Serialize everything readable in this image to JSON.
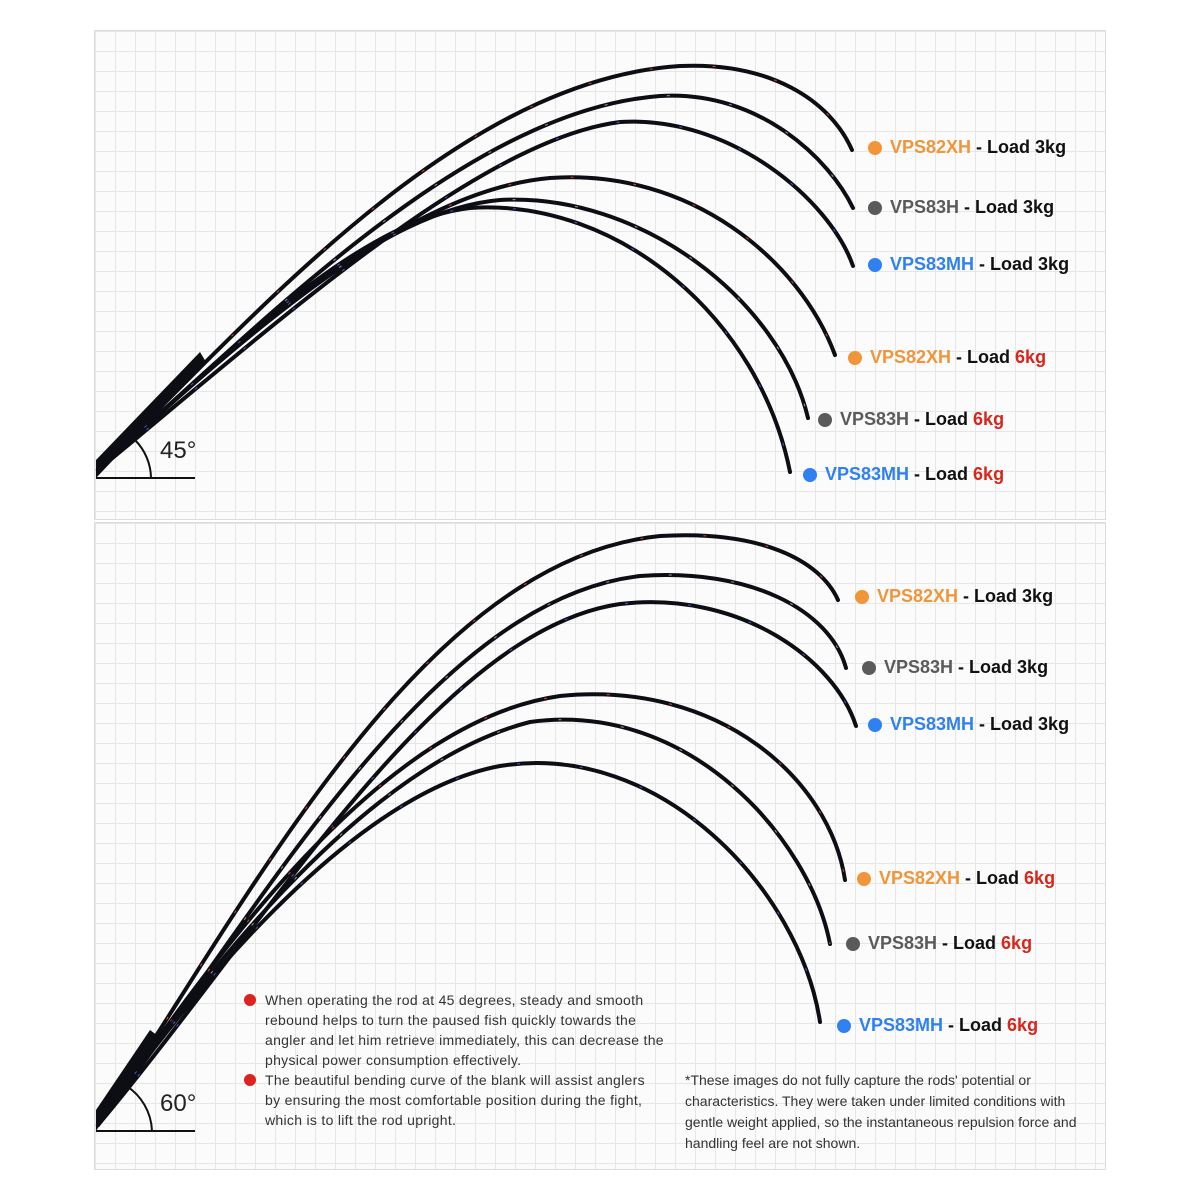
{
  "colors": {
    "orange": "#f0953a",
    "gray": "#5a5a5a",
    "blue": "#2f80f0",
    "red": "#d9261c",
    "rod": "#0d0d14",
    "rod_accent": "#d9462a"
  },
  "panels": [
    {
      "angle": "45°",
      "labels": [
        {
          "model": "VPS82XH",
          "color": "orange",
          "sep": " - Load ",
          "load": "3kg",
          "load_red": false
        },
        {
          "model": "VPS83H",
          "color": "gray",
          "sep": " - Load ",
          "load": "3kg",
          "load_red": false
        },
        {
          "model": "VPS83MH",
          "color": "blue",
          "sep": " - Load ",
          "load": "3kg",
          "load_red": false
        },
        {
          "model": "VPS82XH",
          "color": "orange",
          "sep": " - Load ",
          "load": "6kg",
          "load_red": true
        },
        {
          "model": "VPS83H",
          "color": "gray",
          "sep": " - Load ",
          "load": "6kg",
          "load_red": true
        },
        {
          "model": "VPS83MH",
          "color": "blue",
          "sep": " - Load ",
          "load": "6kg",
          "load_red": true
        }
      ]
    },
    {
      "angle": "60°",
      "labels": [
        {
          "model": "VPS82XH",
          "color": "orange",
          "sep": " - Load ",
          "load": "3kg",
          "load_red": false
        },
        {
          "model": "VPS83H",
          "color": "gray",
          "sep": " - Load ",
          "load": "3kg",
          "load_red": false
        },
        {
          "model": "VPS83MH",
          "color": "blue",
          "sep": " - Load ",
          "load": "3kg",
          "load_red": false
        },
        {
          "model": "VPS82XH",
          "color": "orange",
          "sep": " - Load ",
          "load": "6kg",
          "load_red": true
        },
        {
          "model": "VPS83H",
          "color": "gray",
          "sep": " - Load ",
          "load": "6kg",
          "load_red": true
        },
        {
          "model": "VPS83MH",
          "color": "blue",
          "sep": " - Load ",
          "load": "6kg",
          "load_red": true
        }
      ]
    }
  ],
  "notes": [
    "When operating the rod at 45 degrees, steady and smooth rebound helps to turn the paused fish quickly towards the angler and let him retrieve immediately, this can decrease the physical power consumption effectively.",
    "The beautiful bending curve of the blank will assist anglers by ensuring the most comfortable position during the fight, which is to lift the rod upright."
  ],
  "disclaimer": "*These images do not fully capture the rods' potential or characteristics. They were taken under limited conditions with gentle weight applied, so the instantaneous repulsion force and handling feel are not shown."
}
